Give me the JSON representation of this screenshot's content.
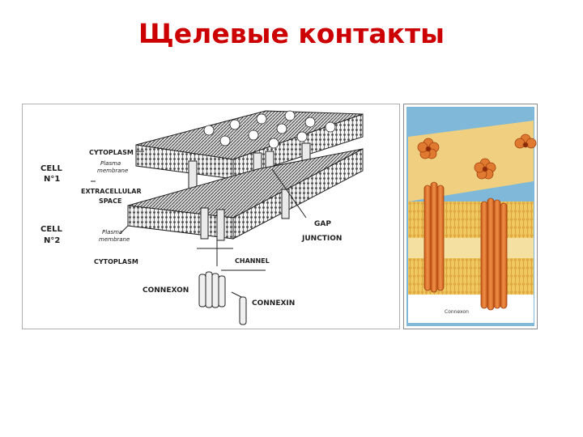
{
  "slide": {
    "title": "Щелевые контакты"
  },
  "left_figure": {
    "labels": {
      "cell1": "CELL",
      "cell1_num": "N°1",
      "cytoplasm_top": "CYTOPLASM",
      "plasma1_a": "Plasma",
      "plasma1_b": "membrane",
      "extracellular_a": "EXTRACELLULAR",
      "extracellular_b": "SPACE",
      "cell2": "CELL",
      "cell2_num": "N°2",
      "plasma2_a": "Plasma",
      "plasma2_b": "membrane",
      "cytoplasm_bottom": "CYTOPLASM",
      "gap_a": "GAP",
      "gap_b": "JUNCTION",
      "channel": "CHANNEL",
      "connexon": "CONNEXON",
      "connexin": "CONNEXIN"
    }
  },
  "right_figure": {
    "caption": "Connexon"
  },
  "colors": {
    "title": "#cc0000",
    "connexon_orange": "#e07a30",
    "membrane_yellow": "#f0c860",
    "frame_bg": "#7fb8d8"
  }
}
